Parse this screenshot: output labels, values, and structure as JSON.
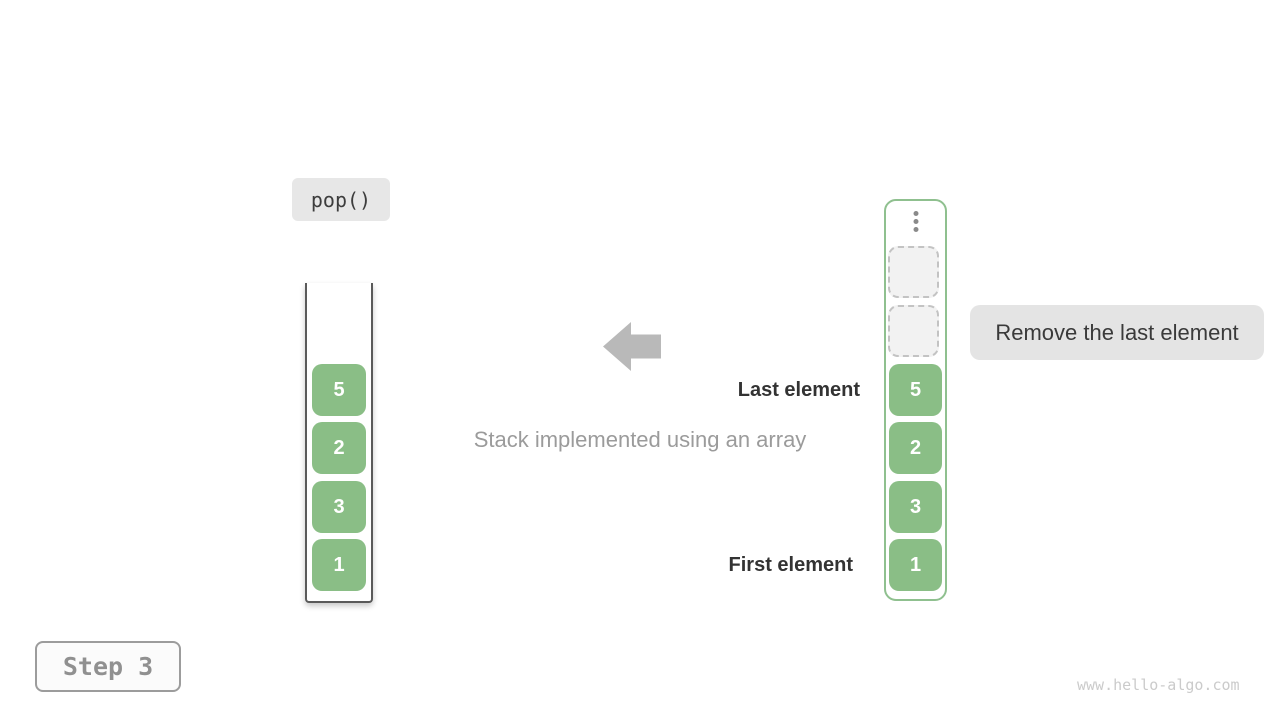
{
  "figure": {
    "operation_label": "pop()",
    "caption": "Stack implemented using an array",
    "annotation_label": "Remove the last element",
    "last_element_label": "Last element",
    "first_element_label": "First element",
    "step_label": "Step 3",
    "watermark": "www.hello-algo.com"
  },
  "stack": {
    "values_top_to_bottom": [
      "5",
      "2",
      "3",
      "1"
    ],
    "empty_slot_count": 2,
    "has_ellipsis": true
  },
  "colors": {
    "element_green": "#8abe86",
    "array_border_green": "#8fc08f",
    "container_border_gray": "#5a5a5a",
    "arrow_gray": "#b9b9b9",
    "chip_background": "#e7e7e7",
    "step_text": "#909090",
    "caption_gray": "#9b9b9b",
    "watermark_gray": "#cbcbcb"
  }
}
